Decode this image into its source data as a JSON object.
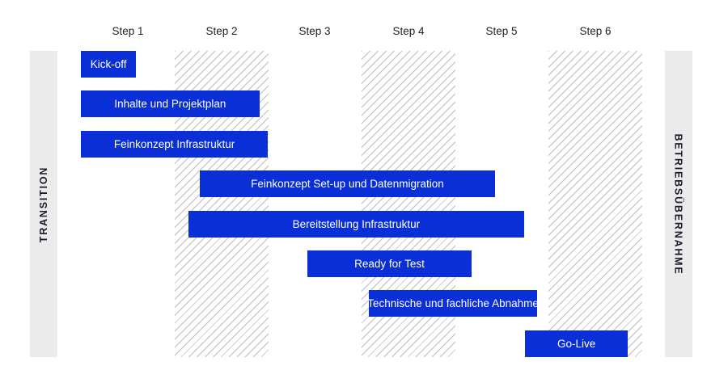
{
  "header": {
    "steps": [
      "Step 1",
      "Step 2",
      "Step 3",
      "Step 4",
      "Step 5",
      "Step 6"
    ]
  },
  "sidebars": {
    "left_label": "TRANSITION",
    "right_label": "BETRIEBSÜBERNAHME"
  },
  "tasks": [
    {
      "label": "Kick-off",
      "start_step": 1.0,
      "end_step": 1.59
    },
    {
      "label": "Inhalte und Projektplan",
      "start_step": 1.0,
      "end_step": 2.91
    },
    {
      "label": "Feinkonzept Infrastruktur",
      "start_step": 1.0,
      "end_step": 3.0
    },
    {
      "label": "Feinkonzept Set-up und Datenmigration",
      "start_step": 2.27,
      "end_step": 5.43
    },
    {
      "label": "Bereitstellung Infrastruktur",
      "start_step": 2.15,
      "end_step": 5.74
    },
    {
      "label": "Ready for Test",
      "start_step": 3.42,
      "end_step": 5.18
    },
    {
      "label": "Technische und fachliche Abnahme",
      "start_step": 4.08,
      "end_step": 5.88
    },
    {
      "label": "Go-Live",
      "start_step": 5.75,
      "end_step": 6.85
    }
  ],
  "colors": {
    "bar": "#0a2fd6",
    "bar_text": "#ffffff",
    "sidebar_bg": "#ebebeb",
    "hatch": "#bdbdbd"
  }
}
